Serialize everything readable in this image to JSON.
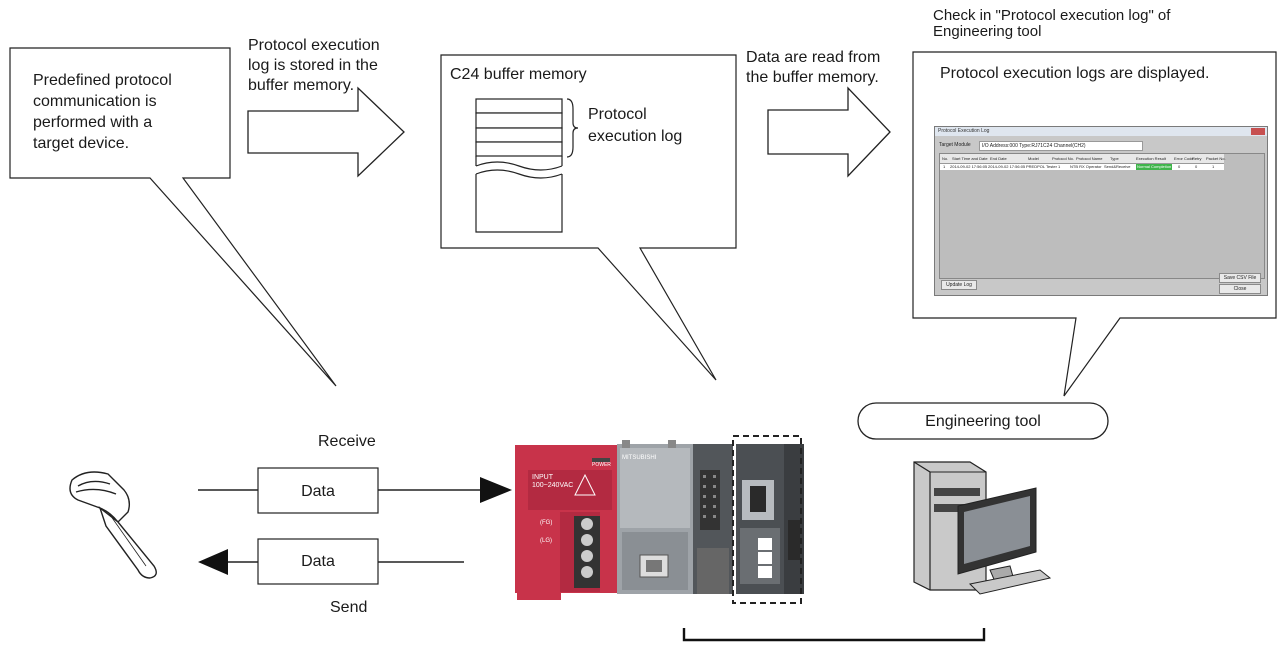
{
  "callouts": {
    "left": "Predefined protocol\ncommunication is\nperformed with a\ntarget device.",
    "buffer_title": "C24 buffer memory",
    "buffer_label": "Protocol\nexecution log",
    "right": "Protocol execution logs are displayed."
  },
  "arrows": {
    "first": "Protocol execution\nlog is stored in the\nbuffer memory.",
    "second": "Data are read from\nthe buffer memory."
  },
  "top_caption": "Check in \"Protocol execution log\" of\nEngineering tool",
  "data_flow": {
    "receive_label": "Receive",
    "send_label": "Send",
    "data_box_1": "Data",
    "data_box_2": "Data"
  },
  "engineering_tool_label": "Engineering tool",
  "dialog": {
    "title": "Protocol Execution Log",
    "target_module_label": "Target Module",
    "target_module_value": "I/O Address:000 Type:RJ71C24 Channel(CH2)",
    "columns": [
      "No.",
      "Start Time and Date",
      "End Date",
      "Model",
      "Protocol No.",
      "Protocol Name",
      "Type",
      "Execution Result",
      "Error Code",
      "Retry",
      "Packet No."
    ],
    "rows": [
      [
        "1",
        "2014-09-02 17:56:05",
        "2014-09-02 17:56:05",
        "PREDPOL Tester",
        "1",
        "NTB RX Operator",
        "Send&Receive",
        "Normal Completion",
        "0",
        "0",
        "1"
      ]
    ],
    "update_button": "Update Log",
    "save_button": "Save CSV File",
    "close_button": "Close"
  },
  "plc_labels": {
    "power": "POWER",
    "brand": "MITSUBISHI",
    "input": "INPUT\n100~240VAC",
    "fg": "(FG)",
    "lg": "(LG)"
  }
}
